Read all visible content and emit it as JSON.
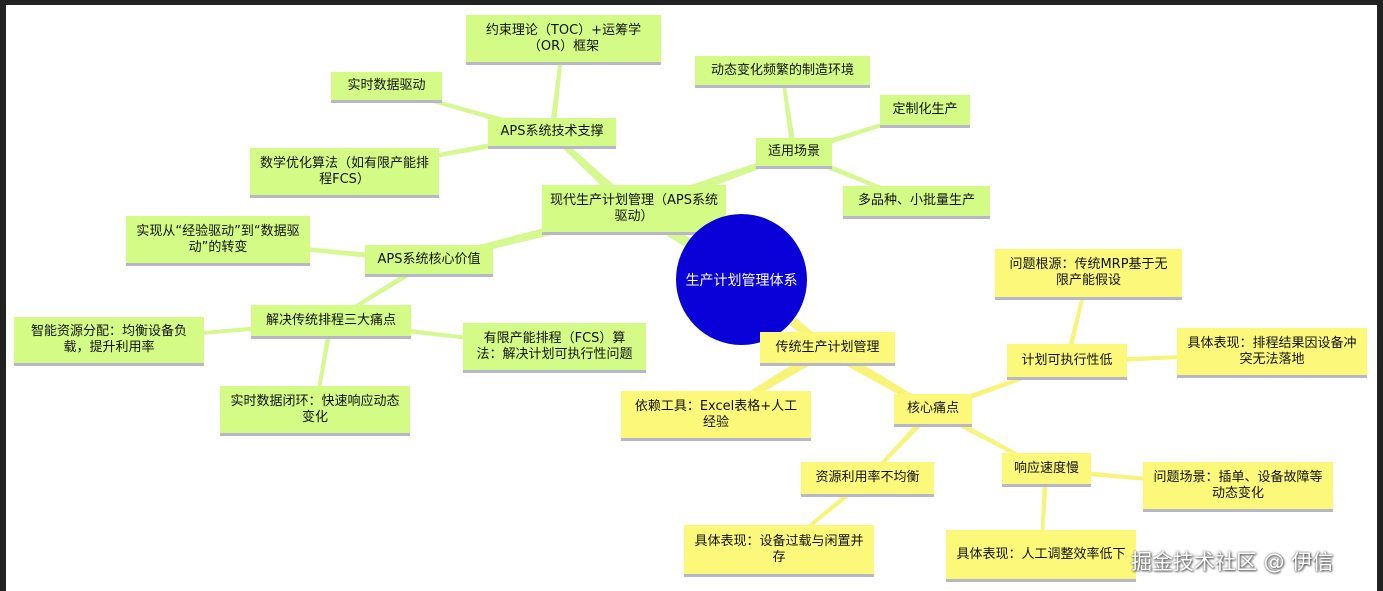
{
  "center": "生产计划管理体系",
  "nodes": {
    "modern": "现代生产计划管理（APS系统驱动）",
    "aps_tech": "APS系统技术支撑",
    "toc": "约束理论（TOC）+运筹学（OR）框架",
    "realtime_driven": "实时数据驱动",
    "math_opt": "数学优化算法（如有限产能排程FCS）",
    "scenario": "适用场景",
    "dynamic_env": "动态变化频繁的制造环境",
    "custom": "定制化生产",
    "multi_variety": "多品种、小批量生产",
    "core_value": "APS系统核心价值",
    "experience_to_data": "实现从“经验驱动”到“数据驱动”的转变",
    "solve_three": "解决传统排程三大痛点",
    "smart_alloc": "智能资源分配：均衡设备负载，提升利用率",
    "fcs_algo": "有限产能排程（FCS）算法：解决计划可执行性问题",
    "realtime_loop": "实时数据闭环：快速响应动态变化",
    "traditional": "传统生产计划管理",
    "tools": "依赖工具：Excel表格+人工经验",
    "pain": "核心痛点",
    "low_exec": "计划可执行性低",
    "root_cause": "问题根源：传统MRP基于无限产能假设",
    "conflict": "具体表现：排程结果因设备冲突无法落地",
    "slow_response": "响应速度慢",
    "problem_scene": "问题场景：插单、设备故障等动态变化",
    "manual_adjust": "具体表现：人工调整效率低下",
    "uneven_util": "资源利用率不均衡",
    "overload_idle": "具体表现：设备过载与闲置并存"
  },
  "watermark": "掘金技术社区 @ 伊信",
  "colors": {
    "green_node": "#d3fb86",
    "yellow_node": "#fbf87a",
    "green_link": "#d6f890",
    "yellow_link": "#f8f47a",
    "center": "#0a00d8"
  }
}
